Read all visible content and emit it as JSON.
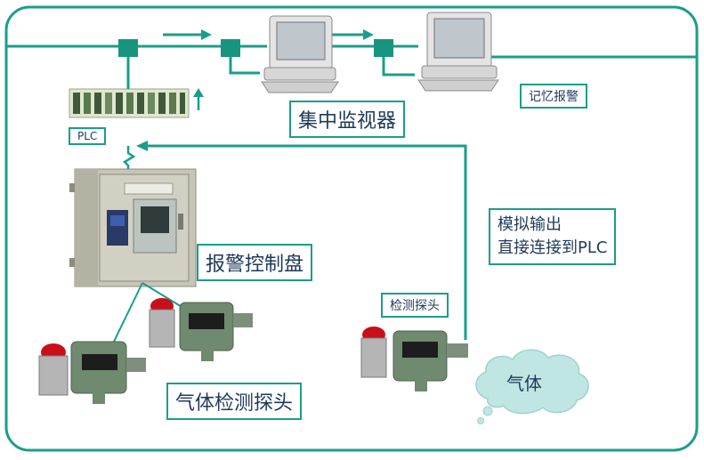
{
  "labels": {
    "central_monitor": "集中监视器",
    "memory_alarm": "记忆报警",
    "plc": "PLC",
    "alarm_panel": "报警控制盘",
    "analog_output_line1": "模拟输出",
    "analog_output_line2": "直接连接到PLC",
    "detector_single": "检测探头",
    "gas_detectors": "气体检测探头",
    "gas": "气体"
  },
  "colors": {
    "line": "#1a9e8a",
    "node": "#17957f",
    "frame": "#1a9e8a",
    "text": "#1f3a5a",
    "cloud": "#bfe6e2"
  },
  "icons": [
    "computer-icon",
    "plc-module-icon",
    "alarm-panel-icon",
    "gas-detector-icon",
    "cloud-icon"
  ]
}
